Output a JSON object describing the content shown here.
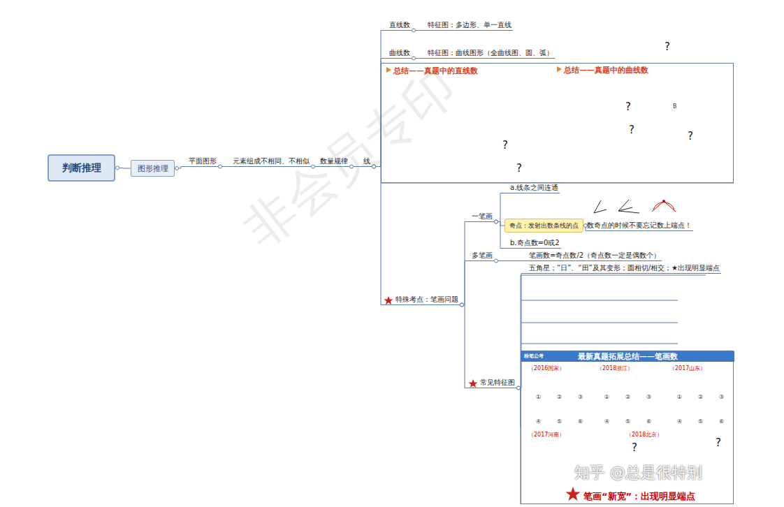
{
  "diagram": {
    "nodes": [
      {
        "text": [
          "判断推理"
        ]
      },
      {
        "text": [
          "图形推理"
        ]
      },
      {
        "text": [
          "平面图形"
        ]
      },
      {
        "text": [
          "元素组成不相同、不相似"
        ]
      },
      {
        "text": [
          "数量规律"
        ]
      },
      {
        "text": [
          "线"
        ]
      },
      {
        "text": [
          "直线数"
        ]
      },
      {
        "text": [
          "特征图：多边形、单一直线"
        ]
      },
      {
        "text": [
          "曲线数"
        ]
      },
      {
        "text": [
          "特征图：曲线图形（全曲线图、圆、弧）"
        ]
      },
      {
        "text": [
          "总结——真题中的直线数",
          "总结——真题中的曲线数"
        ]
      },
      {
        "text": [
          "特殊考点：笔画问题"
        ]
      },
      {
        "text": [
          "一笔画"
        ]
      },
      {
        "text": [
          "a.线条之间连通"
        ]
      },
      {
        "text": [
          "奇点：发射出数条线的点"
        ]
      },
      {
        "text": [
          "数奇点的时候不要忘记数上端点！"
        ]
      },
      {
        "text": [
          "b.奇点数=0或2"
        ]
      },
      {
        "text": [
          "多笔画"
        ]
      },
      {
        "text": [
          "笔画数=奇点数/2（奇点数一定是偶数个）"
        ]
      },
      {
        "text": [
          "常见特征图"
        ]
      },
      {
        "text": [
          "五角星；“日”、“田”及其变形；圆相切/相交；★出现明显端点"
        ]
      },
      {
        "text": [
          "最新真题拓展总结——笔画数"
        ]
      }
    ],
    "edges": [
      {
        "from": 0,
        "to": 1,
        "arrow": "none"
      },
      {
        "from": 1,
        "to": 2,
        "arrow": "none"
      },
      {
        "from": 2,
        "to": 3,
        "arrow": "none"
      },
      {
        "from": 3,
        "to": 4,
        "arrow": "none"
      },
      {
        "from": 4,
        "to": 5,
        "arrow": "none"
      },
      {
        "from": 5,
        "to": 6,
        "arrow": "none"
      },
      {
        "from": 5,
        "to": 8,
        "arrow": "none"
      },
      {
        "from": 5,
        "to": 10,
        "arrow": "none"
      },
      {
        "from": 5,
        "to": 11,
        "arrow": "none"
      },
      {
        "from": 6,
        "to": 7,
        "arrow": "none"
      },
      {
        "from": 8,
        "to": 9,
        "arrow": "none"
      },
      {
        "from": 11,
        "to": 12,
        "arrow": "none"
      },
      {
        "from": 11,
        "to": 17,
        "arrow": "none"
      },
      {
        "from": 11,
        "to": 19,
        "arrow": "none"
      },
      {
        "from": 12,
        "to": 13,
        "arrow": "none"
      },
      {
        "from": 12,
        "to": 14,
        "arrow": "none"
      },
      {
        "from": 12,
        "to": 16,
        "arrow": "none"
      },
      {
        "from": 14,
        "to": 15,
        "arrow": "none"
      },
      {
        "from": 17,
        "to": 18,
        "arrow": "none"
      },
      {
        "from": 19,
        "to": 20,
        "arrow": "none"
      },
      {
        "from": 19,
        "to": 21,
        "arrow": "none"
      }
    ],
    "labels": [
      "?",
      "?",
      "?",
      "?",
      "?",
      "B",
      "?",
      "粉笔公考",
      "（2016国家）",
      "（2018浙江）",
      "（2017山东）",
      "①",
      "②",
      "③",
      "④",
      "⑤",
      "⑥",
      "①",
      "②",
      "③",
      "④",
      "⑤",
      "⑥",
      "①",
      "②",
      "③",
      "④",
      "⑤",
      "⑥",
      "（2017河南）",
      "?",
      "（2018北京）",
      "?",
      "笔画“新宽”：出现明显端点",
      "非会员专印",
      "知乎 @总是很特别"
    ]
  }
}
